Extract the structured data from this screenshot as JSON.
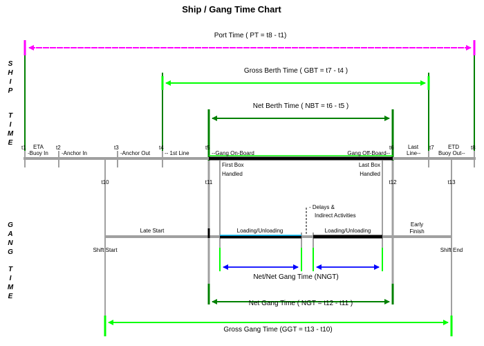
{
  "title": "Ship  / Gang Time Chart",
  "side_labels": {
    "ship": [
      "S",
      "H",
      "I",
      "P",
      "",
      "T",
      "I",
      "M",
      "E"
    ],
    "gang": [
      "G",
      "A",
      "N",
      "G",
      "",
      "T",
      "I",
      "M",
      "E"
    ]
  },
  "spans": {
    "pt": "Port Time ( PT = t8 - t1)",
    "gbt": "Gross Berth Time ( GBT = t7 - t4 )",
    "nbt": "Net Berth Time ( NBT = t6 - t5 )",
    "nngt": "Net/Net Gang Time (NNGT)",
    "ngt": "Net Gang Time ( NGT = t12 - t11 )",
    "ggt": "Gross Gang Time (GGT = t13 - t10)"
  },
  "ticks": {
    "t1": "t1",
    "t2": "t2",
    "t3": "t3",
    "t4": "t4",
    "t5": "t5",
    "t6": "t6",
    "t7": "t7",
    "t8": "t8",
    "t10": "t10",
    "t11": "t11",
    "t12": "t12",
    "t13": "t13"
  },
  "ship_events": {
    "eta": "ETA",
    "buoy_in": "-Buoy In",
    "anchor_in": "-Anchor In",
    "anchor_out": "-Anchor Out",
    "first_line": "-- 1st Line",
    "gang_on": "--Gang On-Board",
    "gang_off": "Gang Off-Board--",
    "last": "Last",
    "line": "Line--",
    "etd": "ETD",
    "buoy_out": "Buoy Out--",
    "first_box": "First Box",
    "handled1": "Handled",
    "last_box": "Last Box",
    "handled2": "Handled"
  },
  "gang_events": {
    "late_start": "Late Start",
    "shift_start": "Shift Start",
    "loading1": "Loading/Unloading",
    "loading2": "Loading/Unloading",
    "delays1": "- Delays &",
    "delays2": "Indirect Activities",
    "early": "Early",
    "finish": "Finish",
    "shift_end": "Shift End"
  },
  "colors": {
    "magenta": "#ff00ff",
    "light_green": "#00ff00",
    "dark_green": "#008000",
    "blue": "#0000ff",
    "gray": "#a0a0a0",
    "cyan": "#00bfff",
    "black": "#000000"
  }
}
